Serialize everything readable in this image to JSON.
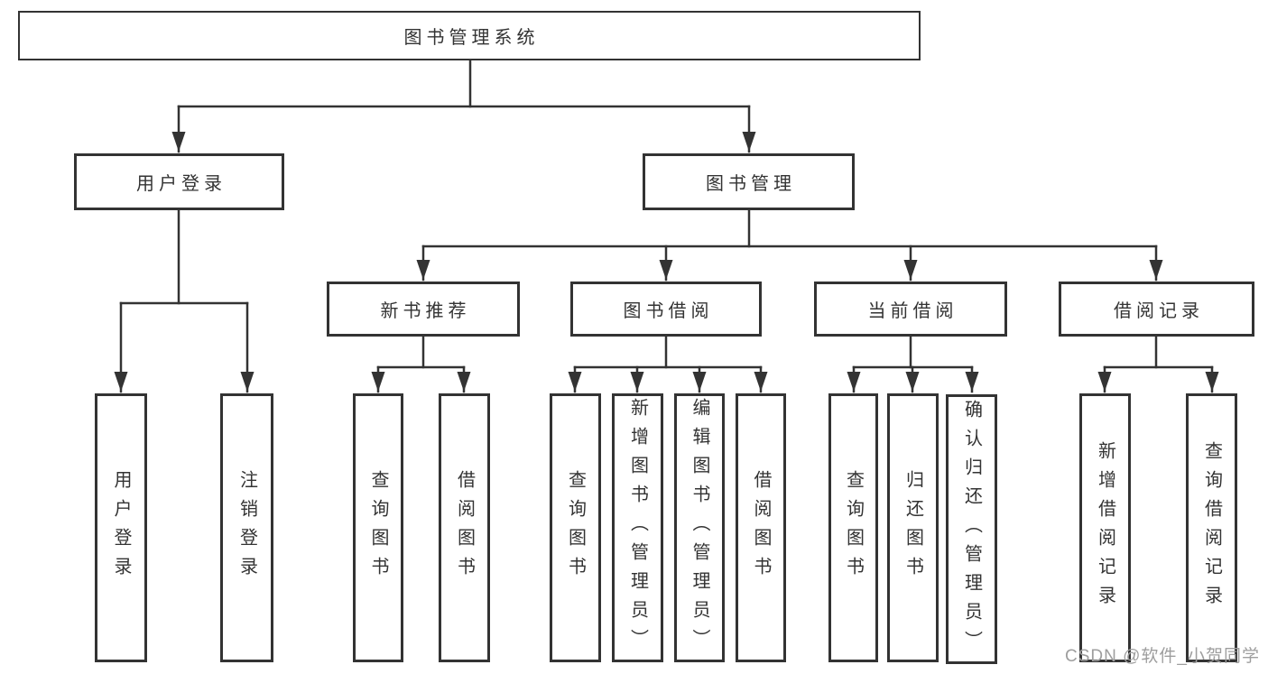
{
  "diagram": {
    "root": {
      "label": "图书管理系统"
    },
    "level2": {
      "user_login": {
        "label": "用户登录"
      },
      "book_management": {
        "label": "图书管理"
      }
    },
    "level3": {
      "new_book_recommend": {
        "label": "新书推荐"
      },
      "book_borrowing": {
        "label": "图书借阅"
      },
      "current_borrowing": {
        "label": "当前借阅"
      },
      "borrowing_records": {
        "label": "借阅记录"
      }
    },
    "leaves": {
      "user_login_action": {
        "label": "用户登录"
      },
      "logout_action": {
        "label": "注销登录"
      },
      "recommend_query_books": {
        "label": "查询图书"
      },
      "recommend_borrow_books": {
        "label": "借阅图书"
      },
      "borrowing_query_books": {
        "label": "查询图书"
      },
      "borrowing_add_books_admin": {
        "label": "新增图书（管理员）"
      },
      "borrowing_edit_books_admin": {
        "label": "编辑图书（管理员）"
      },
      "borrowing_borrow_books": {
        "label": "借阅图书"
      },
      "current_query_books": {
        "label": "查询图书"
      },
      "current_return_books": {
        "label": "归还图书"
      },
      "current_confirm_return_admin": {
        "label": "确认归还（管理员）"
      },
      "records_add_record": {
        "label": "新增借阅记录"
      },
      "records_query_record": {
        "label": "查询借阅记录"
      }
    }
  },
  "watermark": {
    "text": "CSDN @软件_小贺同学"
  },
  "colors": {
    "line": "#333333",
    "box_border": "#333333",
    "text": "#333333",
    "watermark": "#9e9e9e",
    "background": "#ffffff"
  }
}
